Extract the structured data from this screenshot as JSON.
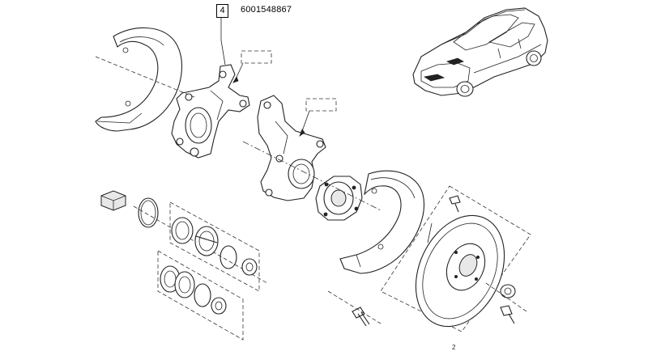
{
  "diagram": {
    "part_number_box": "4",
    "reference_code": "6001548867",
    "corner_mark": "2"
  }
}
